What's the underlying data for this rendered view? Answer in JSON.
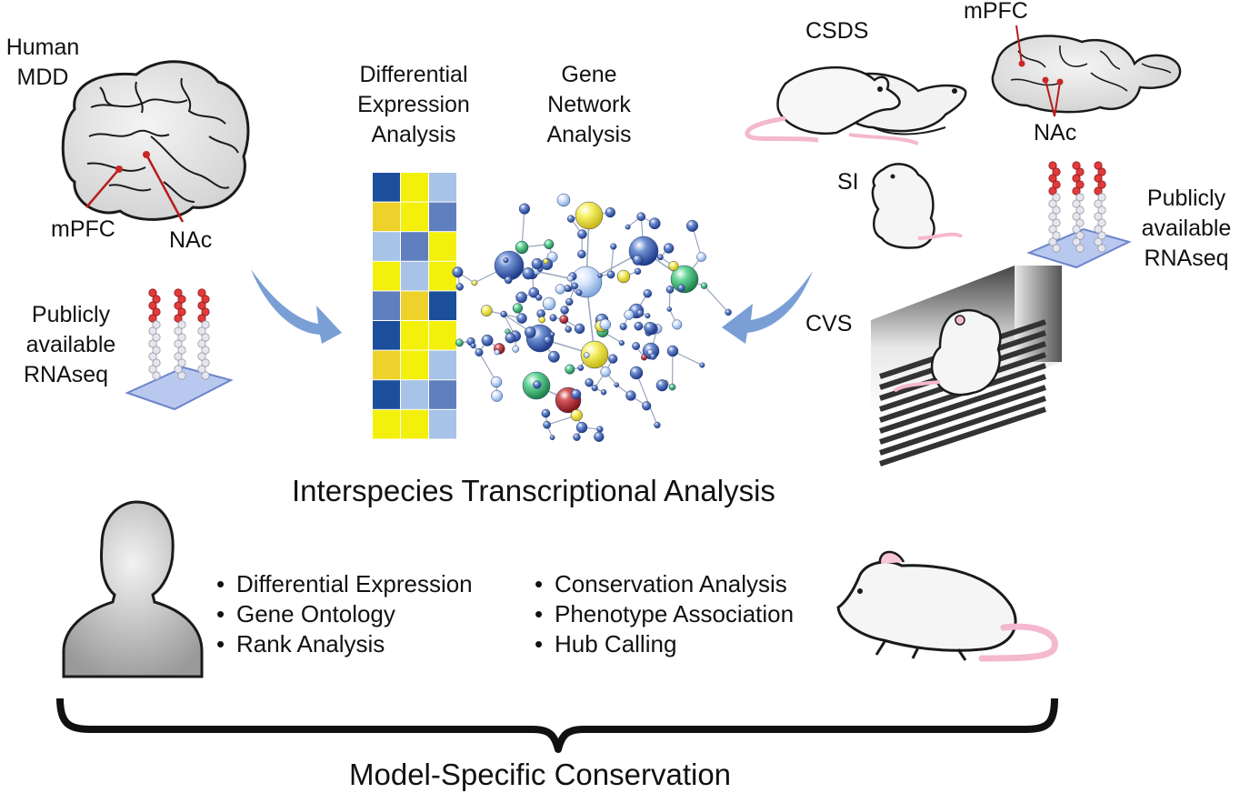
{
  "labels": {
    "human_mdd": [
      "Human",
      "MDD"
    ],
    "human_mpfc": "mPFC",
    "human_nac": "NAc",
    "left_rnaseq": [
      "Publicly",
      "available",
      "RNAseq"
    ],
    "differential": [
      "Differential",
      "Expression",
      "Analysis"
    ],
    "network": [
      "Gene",
      "Network",
      "Analysis"
    ],
    "csds": "CSDS",
    "mouse_mpfc": "mPFC",
    "mouse_nac": "NAc",
    "si": "SI",
    "right_rnaseq": [
      "Publicly",
      "available",
      "RNAseq"
    ],
    "cvs": "CVS"
  },
  "title": "Interspecies Transcriptional Analysis",
  "left_list": [
    "Differential Expression",
    "Gene Ontology",
    "Rank Analysis"
  ],
  "right_list": [
    "Conservation Analysis",
    "Phenotype Association",
    "Hub Calling"
  ],
  "bottom_caption": "Model-Specific Conservation",
  "colors": {
    "arrow": "#7a9fd6",
    "heat_dark_blue": "#1b4f9c",
    "heat_mid_blue": "#5f7fbf",
    "heat_light_blue": "#a7c3e8",
    "heat_yellow": "#f3f00c",
    "heat_gold": "#eed12a",
    "node_yellow": "#f2ec38",
    "node_green": "#36b86e",
    "node_red": "#b3262b",
    "tail_pink": "#f4b8cf",
    "rnaseq_bead_red": "#e23a3a",
    "rnaseq_plate": "#b9c8ee"
  },
  "heatmap": [
    [
      "dark_blue",
      "yellow",
      "light_blue"
    ],
    [
      "gold",
      "yellow",
      "mid_blue"
    ],
    [
      "light_blue",
      "mid_blue",
      "yellow"
    ],
    [
      "yellow",
      "light_blue",
      "yellow"
    ],
    [
      "mid_blue",
      "gold",
      "dark_blue"
    ],
    [
      "dark_blue",
      "yellow",
      "yellow"
    ],
    [
      "gold",
      "yellow",
      "light_blue"
    ],
    [
      "dark_blue",
      "light_blue",
      "mid_blue"
    ],
    [
      "yellow",
      "yellow",
      "light_blue"
    ]
  ]
}
